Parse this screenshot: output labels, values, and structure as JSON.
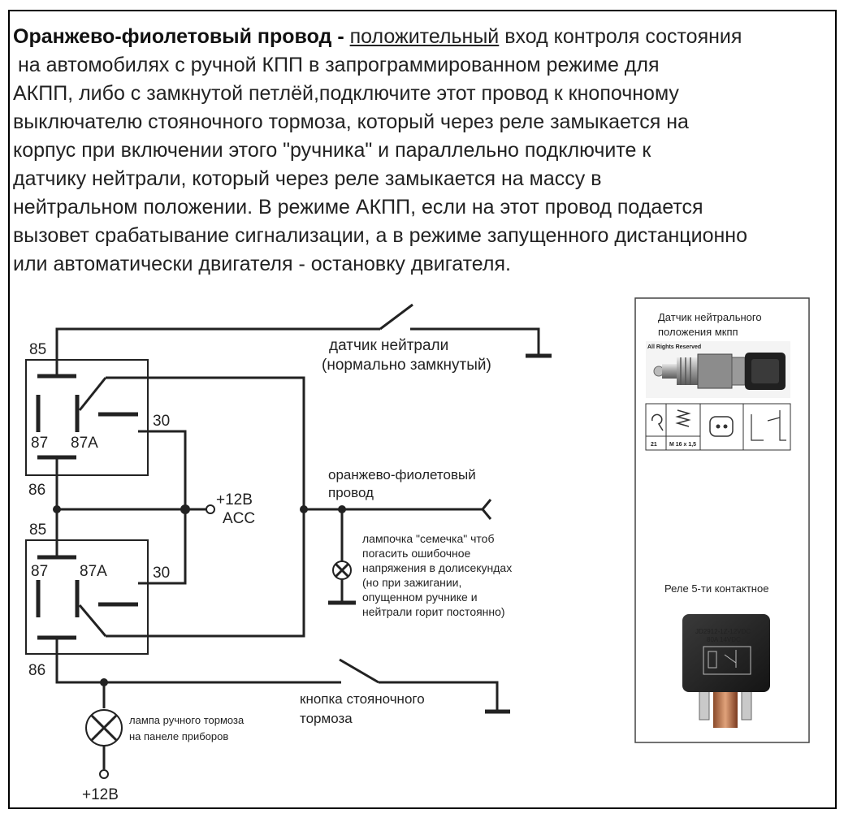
{
  "intro": {
    "lead": "Оранжево-фиолетовый провод -",
    "underlined": "положительный",
    "line1_rest": "вход контроля состояния",
    "lines": [
      "на автомобилях с ручной КПП в запрограммированном режиме для",
      "АКПП, либо с замкнутой петлёй,подключите этот провод к кнопочному",
      "выключателю стояночного тормоза, который через реле замыкается на",
      "корпус при включении этого \"ручника\" и параллельно подключите к",
      "датчику нейтрали, который через реле замыкается на массу в",
      "нейтральном положении. В режиме АКПП, если на этот провод подается",
      "вызовет срабатывание сигнализации, а в режиме запущенного дистанционно",
      "или автоматически двигателя - остановку двигателя."
    ]
  },
  "relay_top": {
    "pin85": "85",
    "pin87": "87",
    "pin87a": "87A",
    "pin30": "30",
    "pin86": "86"
  },
  "relay_bottom": {
    "pin85": "85",
    "pin87": "87",
    "pin87a": "87A",
    "pin30": "30",
    "pin86": "86"
  },
  "labels": {
    "neutral_sensor_1": "датчик нейтрали",
    "neutral_sensor_2": "(нормально замкнутый)",
    "plus12_acc_1": "+12В",
    "plus12_acc_2": "ACC",
    "orange_wire_1": "оранжево-фиолетовый",
    "orange_wire_2": "провод",
    "bulb_note": [
      "лампочка \"семечка\" чтоб",
      "погасить ошибочное",
      "напряжения в долисекундах",
      "(но при зажигании,",
      "опущенном ручнике и",
      "нейтрали горит постоянно)"
    ],
    "parking_button_1": "кнопка стояночного",
    "parking_button_2": "тормоза",
    "brake_lamp_1": "лампа ручного тормоза",
    "brake_lamp_2": "на панеле приборов",
    "plus12_bottom": "+12В"
  },
  "photos": {
    "sensor_caption_1": "Датчик нейтрального",
    "sensor_caption_2": "положения мкпп",
    "sensor_watermark": "All Rights Reserved",
    "sensor_table_a": "21",
    "sensor_table_b": "М 16 х 1,5",
    "relay_caption": "Реле 5-ти контактное",
    "relay_label_1": "JD2912-1Z-12VDC",
    "relay_label_2": "80A 14VDC"
  }
}
